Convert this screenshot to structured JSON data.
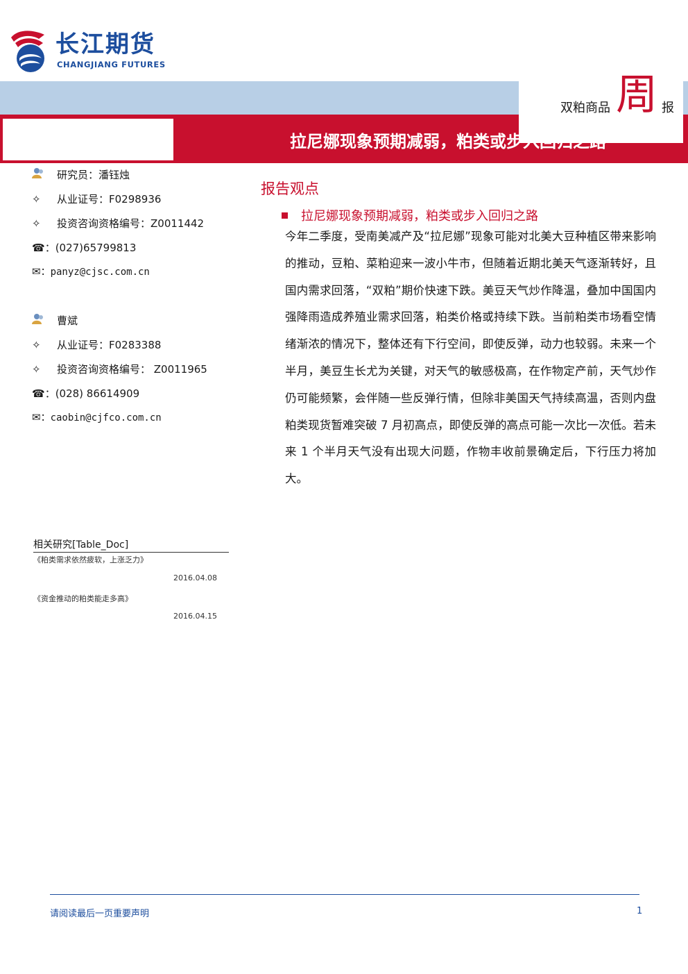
{
  "header": {
    "logo_cn": "长江期货",
    "logo_en": "CHANGJIANG FUTURES",
    "headline": "拉尼娜现象预期减弱，粕类或步入回归之路",
    "tag_left": "双粕商品",
    "tag_big": "周",
    "tag_right": "报"
  },
  "analysts": [
    {
      "name_label": "研究员：潘钰烛",
      "cert": "从业证号：F0298936",
      "advisor": "投资咨询资格编号：Z0011442",
      "phone": "：(027)65799813",
      "email": "：panyz@cjsc.com.cn"
    },
    {
      "name_label": "曹斌",
      "cert": "从业证号：F0283388",
      "advisor": "投资咨询资格编号： Z0011965",
      "phone": "：(028) 86614909",
      "email": "：caobin@cjfco.com.cn"
    }
  ],
  "icons": {
    "person": "person-icon",
    "diamond": "✧",
    "phone": "☎",
    "mail": "✉"
  },
  "related": {
    "heading": "相关研究[Table_Doc]",
    "items": [
      {
        "title": "《粕类需求依然疲软，上涨乏力》",
        "date": "2016.04.08"
      },
      {
        "title": "《资金推动的粕类能走多高》",
        "date": "2016.04.15"
      }
    ]
  },
  "report": {
    "section_title": "报告观点",
    "bullet_title": "拉尼娜现象预期减弱，粕类或步入回归之路",
    "body": "今年二季度，受南美减产及“拉尼娜”现象可能对北美大豆种植区带来影响的推动，豆粕、菜粕迎来一波小牛市，但随着近期北美天气逐渐转好，且国内需求回落，“双粕”期价快速下跌。美豆天气炒作降温，叠加中国国内强降雨造成养殖业需求回落，粕类价格或持续下跌。当前粕类市场看空情绪渐浓的情况下，整体还有下行空间，即使反弹，动力也较弱。未来一个半月，美豆生长尤为关键，对天气的敏感极高，在作物定产前，天气炒作仍可能频繁，会伴随一些反弹行情，但除非美国天气持续高温，否则内盘粕类现货暂难突破 7 月初高点，即使反弹的高点可能一次比一次低。若未来 1 个半月天气没有出现大问题，作物丰收前景确定后，下行压力将加大。"
  },
  "footer": {
    "note": "请阅读最后一页重要声明",
    "page": "1"
  },
  "colors": {
    "brand_blue": "#1d4e9e",
    "brand_red": "#c8102e",
    "band_blue": "#b8cfe6"
  }
}
